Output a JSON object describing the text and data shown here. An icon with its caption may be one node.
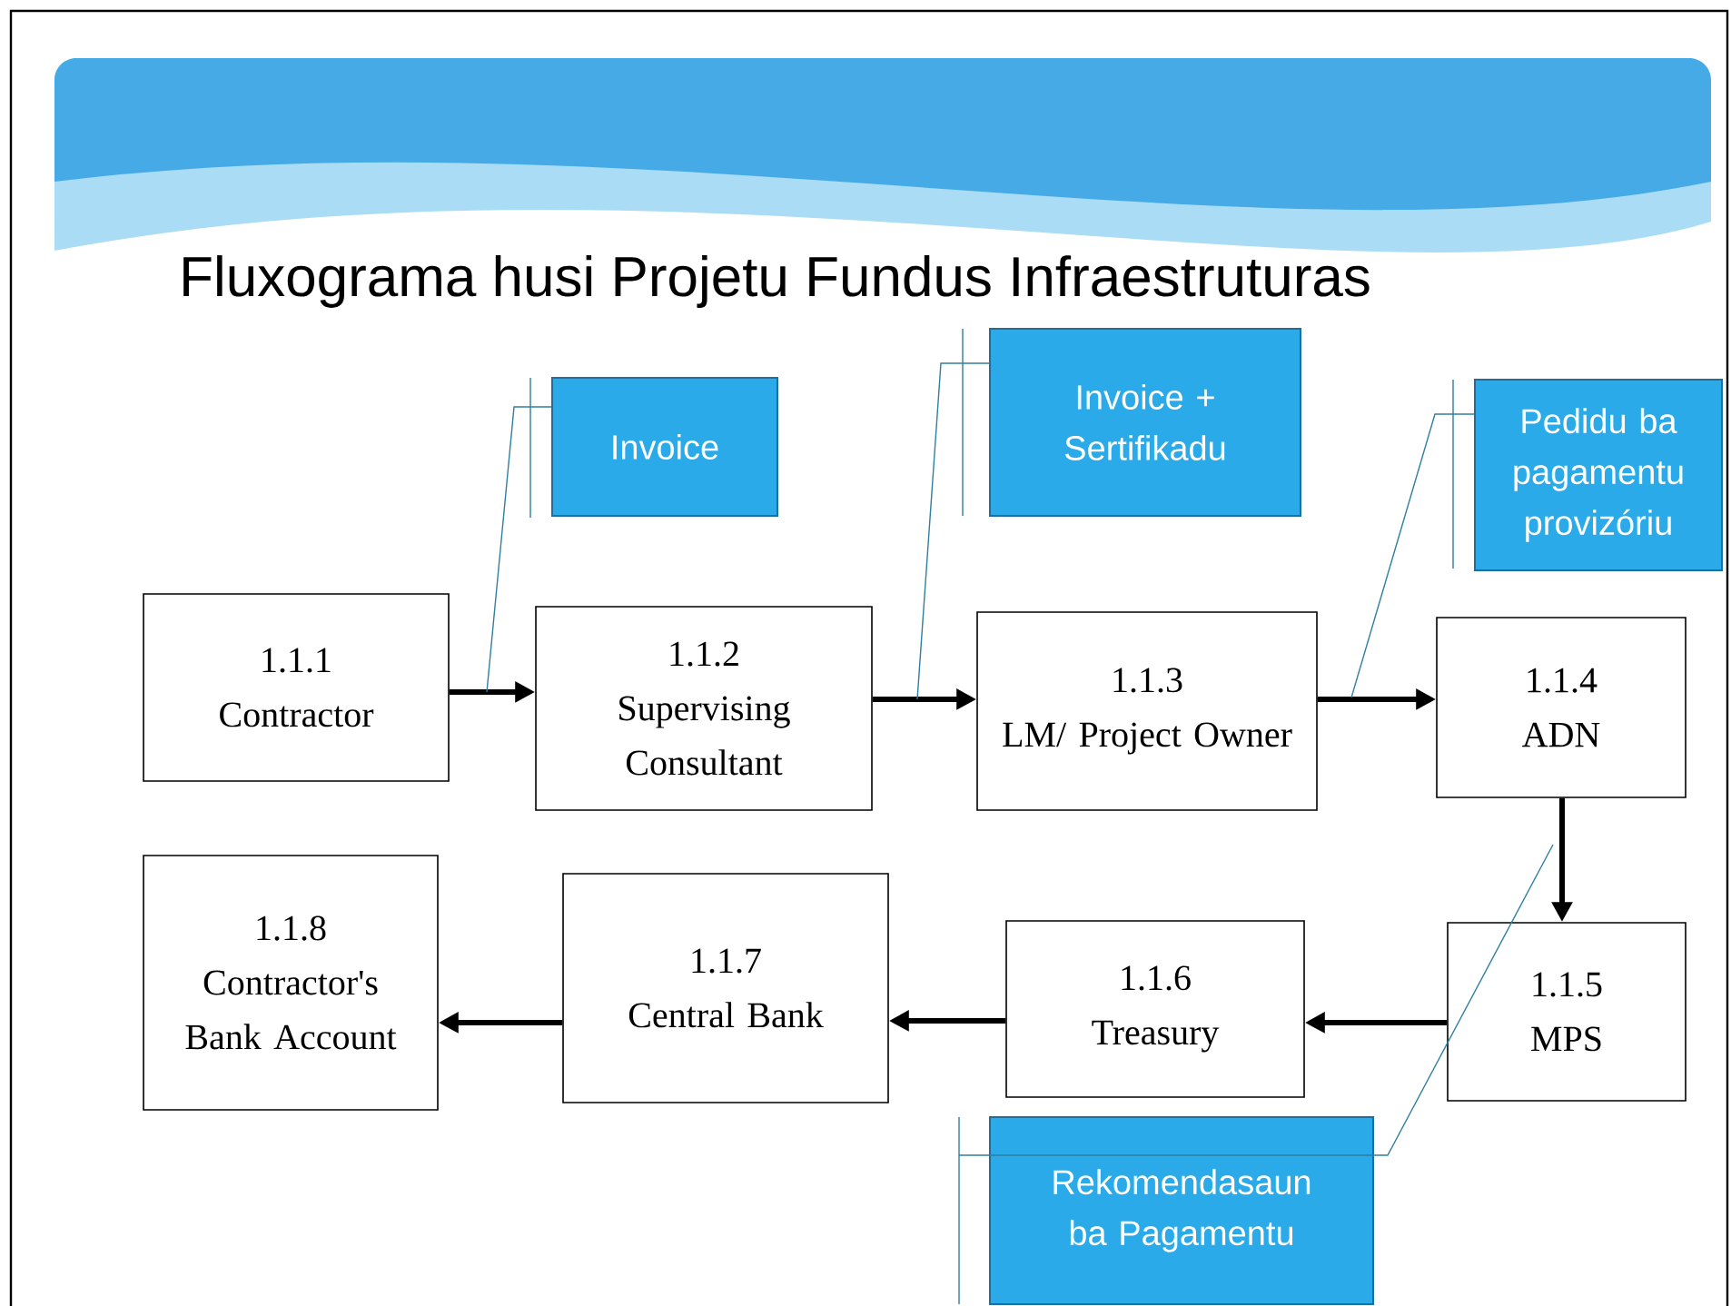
{
  "diagram": {
    "title": "Fluxograma husi Projetu Fundus Infraestruturas",
    "nodes": [
      {
        "text": [
          "1.1.1",
          "Contractor"
        ]
      },
      {
        "text": [
          "1.1.2",
          "Supervising Consultant"
        ]
      },
      {
        "text": [
          "1.1.3",
          "LM/ Project Owner"
        ]
      },
      {
        "text": [
          "1.1.4",
          "ADN"
        ]
      },
      {
        "text": [
          "1.1.5",
          "MPS"
        ]
      },
      {
        "text": [
          "1.1.6",
          "Treasury"
        ]
      },
      {
        "text": [
          "1.1.7",
          "Central Bank"
        ]
      },
      {
        "text": [
          "1.1.8",
          "Contractor's Bank Account"
        ]
      },
      {
        "text": [
          "Invoice"
        ]
      },
      {
        "text": [
          "Invoice + Sertifikadu"
        ]
      },
      {
        "text": [
          "Pedidu ba pagamentu provizóriu"
        ]
      },
      {
        "text": [
          "Rekomendasaun ba Pagamentu"
        ]
      }
    ],
    "edges": [
      {
        "from": 0,
        "to": 1,
        "arrow": "to"
      },
      {
        "from": 1,
        "to": 2,
        "arrow": "to"
      },
      {
        "from": 2,
        "to": 3,
        "arrow": "to"
      },
      {
        "from": 3,
        "to": 4,
        "arrow": "to"
      },
      {
        "from": 4,
        "to": 5,
        "arrow": "to"
      },
      {
        "from": 5,
        "to": 6,
        "arrow": "to"
      },
      {
        "from": 6,
        "to": 7,
        "arrow": "to"
      },
      {
        "from": 8,
        "to": null,
        "arrow": "none",
        "color": "#2f7f9f"
      },
      {
        "from": 9,
        "to": null,
        "arrow": "none",
        "color": "#2f7f9f"
      },
      {
        "from": 10,
        "to": null,
        "arrow": "none",
        "color": "#2f7f9f"
      },
      {
        "from": 11,
        "to": null,
        "arrow": "none",
        "color": "#2f7f9f"
      }
    ]
  }
}
